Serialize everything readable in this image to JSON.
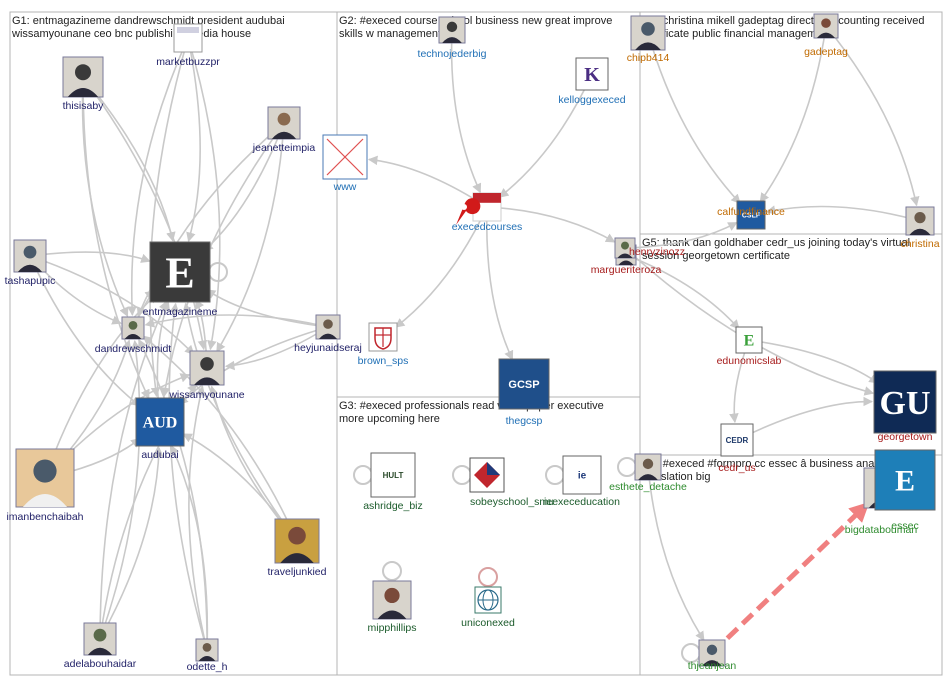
{
  "colors": {
    "group_border": "#b4b4b4",
    "edge": "#c9c9c9",
    "edge_highlight": "#f08080",
    "G1": "#1f1f66",
    "G2": "#1f6fb5",
    "G3": "#1a5a2a",
    "G4": "#2e8b2e",
    "G5": "#a61b1b",
    "G6": "#c06a00"
  },
  "groups": [
    {
      "id": "G1",
      "title_lines": [
        "G1: entmagazineme dandrewschmidt president audubai",
        "wissamyounane ceo bnc publishing media house"
      ]
    },
    {
      "id": "G2",
      "title_lines": [
        "G2: #execed course school business new great improve",
        "skills w management"
      ]
    },
    {
      "id": "G3",
      "title_lines": [
        "G3: #execed professionals read white paper executive",
        "more upcoming here"
      ]
    },
    {
      "id": "G4",
      "title_lines": [
        "G4: #execed #formpro cc essec â business analytics lost",
        "translation big"
      ]
    },
    {
      "id": "G5",
      "title_lines": [
        "G5: thank dan goldhaber cedr_us joining today's virtual",
        "session georgetown certificate"
      ]
    },
    {
      "id": "G6",
      "title_lines": [
        "G6: christina mikell gadeptag director accounting received",
        "certificate public financial management"
      ]
    }
  ],
  "nodes": [
    {
      "id": "marketbuzzpr",
      "label": "marketbuzzpr",
      "group": "G1",
      "icon": "logo-icon"
    },
    {
      "id": "thisisaby",
      "label": "thisisaby",
      "group": "G1",
      "icon": "avatar-icon"
    },
    {
      "id": "jeanetteimpia",
      "label": "jeanetteimpia",
      "group": "G1",
      "icon": "avatar-icon"
    },
    {
      "id": "tashapupic",
      "label": "tashapupic",
      "group": "G1",
      "icon": "avatar-icon"
    },
    {
      "id": "entmagazineme",
      "label": "entmagazineme",
      "group": "G1",
      "icon": "logo-icon",
      "glyph": "E"
    },
    {
      "id": "dandrewschmidt",
      "label": "dandrewschmidt",
      "group": "G1",
      "icon": "avatar-icon"
    },
    {
      "id": "heyjunaidseraj",
      "label": "heyjunaidseraj",
      "group": "G1",
      "icon": "avatar-icon"
    },
    {
      "id": "wissamyounane",
      "label": "wissamyounane",
      "group": "G1",
      "icon": "avatar-icon"
    },
    {
      "id": "audubai",
      "label": "audubai",
      "group": "G1",
      "icon": "logo-icon",
      "glyph": "AUD"
    },
    {
      "id": "imanbenchaibah",
      "label": "imanbenchaibah",
      "group": "G1",
      "icon": "avatar-icon"
    },
    {
      "id": "traveljunkied",
      "label": "traveljunkied",
      "group": "G1",
      "icon": "avatar-icon"
    },
    {
      "id": "adelabouhaidar",
      "label": "adelabouhaidar",
      "group": "G1",
      "icon": "avatar-icon"
    },
    {
      "id": "odette_h",
      "label": "odette_h",
      "group": "G1",
      "icon": "avatar-icon"
    },
    {
      "id": "technojederbig",
      "label": "technojederbig",
      "group": "G2",
      "icon": "avatar-icon"
    },
    {
      "id": "kelloggexeced",
      "label": "kelloggexeced",
      "group": "G2",
      "icon": "logo-icon",
      "glyph": "K"
    },
    {
      "id": "www",
      "label": "www",
      "group": "G2",
      "icon": "broken-image-icon"
    },
    {
      "id": "execedcourses",
      "label": "execedcourses",
      "group": "G2",
      "icon": "logo-icon"
    },
    {
      "id": "brown_sps",
      "label": "brown_sps",
      "group": "G2",
      "icon": "logo-icon"
    },
    {
      "id": "thegcsp",
      "label": "thegcsp",
      "group": "G2",
      "icon": "logo-icon",
      "glyph": "GCSP"
    },
    {
      "id": "ashridge_biz",
      "label": "ashridge_biz",
      "group": "G3",
      "icon": "logo-icon",
      "glyph": "HULT"
    },
    {
      "id": "sobeyschool_smu",
      "label": "sobeyschool_smu",
      "group": "G3",
      "icon": "logo-icon"
    },
    {
      "id": "ieexeceducation",
      "label": "ieexeceducation",
      "group": "G3",
      "icon": "logo-icon",
      "glyph": "ie"
    },
    {
      "id": "mipphillips",
      "label": "mipphillips",
      "group": "G3",
      "icon": "avatar-icon"
    },
    {
      "id": "uniconexed",
      "label": "uniconexed",
      "group": "G3",
      "icon": "globe-icon"
    },
    {
      "id": "esthete_detache",
      "label": "esthete_detache",
      "group": "G4",
      "icon": "avatar-icon"
    },
    {
      "id": "bigdatabouman",
      "label": "bigdatabouman",
      "group": "G4",
      "icon": "avatar-icon"
    },
    {
      "id": "essec",
      "label": "essec",
      "group": "G4",
      "icon": "logo-icon",
      "glyph": "E"
    },
    {
      "id": "thjeanjean",
      "label": "thjeanjean",
      "group": "G4",
      "icon": "avatar-icon"
    },
    {
      "id": "margueriteroza",
      "label": "margueriteroza",
      "group": "G5",
      "icon": "avatar-icon"
    },
    {
      "id": "henryzinozz",
      "label": "henryzinozz",
      "group": "G5",
      "icon": "avatar-icon"
    },
    {
      "id": "edunomicslab",
      "label": "edunomicslab",
      "group": "G5",
      "icon": "logo-icon",
      "glyph": "E"
    },
    {
      "id": "georgetown",
      "label": "georgetown",
      "group": "G5",
      "icon": "logo-icon",
      "glyph": "GU"
    },
    {
      "id": "cedr_us",
      "label": "cedr_us",
      "group": "G5",
      "icon": "logo-icon",
      "glyph": "CEDR"
    },
    {
      "id": "chipb414",
      "label": "chipb414",
      "group": "G6",
      "icon": "avatar-icon"
    },
    {
      "id": "gadeptag",
      "label": "gadeptag",
      "group": "G6",
      "icon": "avatar-icon"
    },
    {
      "id": "calfundfinance",
      "label": "calfundfinance",
      "group": "G6",
      "icon": "logo-icon",
      "glyph": "CSLF"
    },
    {
      "id": "christina",
      "label": "christina",
      "group": "G6",
      "icon": "avatar-icon"
    }
  ],
  "edges": [
    [
      "marketbuzzpr",
      "entmagazineme"
    ],
    [
      "marketbuzzpr",
      "dandrewschmidt"
    ],
    [
      "marketbuzzpr",
      "wissamyounane"
    ],
    [
      "marketbuzzpr",
      "audubai"
    ],
    [
      "thisisaby",
      "entmagazineme"
    ],
    [
      "thisisaby",
      "dandrewschmidt"
    ],
    [
      "thisisaby",
      "wissamyounane"
    ],
    [
      "thisisaby",
      "audubai"
    ],
    [
      "jeanetteimpia",
      "entmagazineme"
    ],
    [
      "jeanetteimpia",
      "dandrewschmidt"
    ],
    [
      "jeanetteimpia",
      "wissamyounane"
    ],
    [
      "jeanetteimpia",
      "audubai"
    ],
    [
      "tashapupic",
      "entmagazineme"
    ],
    [
      "tashapupic",
      "dandrewschmidt"
    ],
    [
      "tashapupic",
      "wissamyounane"
    ],
    [
      "tashapupic",
      "audubai"
    ],
    [
      "heyjunaidseraj",
      "entmagazineme"
    ],
    [
      "heyjunaidseraj",
      "dandrewschmidt"
    ],
    [
      "heyjunaidseraj",
      "wissamyounane"
    ],
    [
      "heyjunaidseraj",
      "audubai"
    ],
    [
      "imanbenchaibah",
      "entmagazineme"
    ],
    [
      "imanbenchaibah",
      "dandrewschmidt"
    ],
    [
      "imanbenchaibah",
      "wissamyounane"
    ],
    [
      "imanbenchaibah",
      "audubai"
    ],
    [
      "traveljunkied",
      "entmagazineme"
    ],
    [
      "traveljunkied",
      "dandrewschmidt"
    ],
    [
      "traveljunkied",
      "wissamyounane"
    ],
    [
      "traveljunkied",
      "audubai"
    ],
    [
      "adelabouhaidar",
      "entmagazineme"
    ],
    [
      "adelabouhaidar",
      "dandrewschmidt"
    ],
    [
      "adelabouhaidar",
      "wissamyounane"
    ],
    [
      "adelabouhaidar",
      "audubai"
    ],
    [
      "odette_h",
      "entmagazineme"
    ],
    [
      "odette_h",
      "dandrewschmidt"
    ],
    [
      "odette_h",
      "wissamyounane"
    ],
    [
      "odette_h",
      "audubai"
    ],
    [
      "dandrewschmidt",
      "entmagazineme"
    ],
    [
      "wissamyounane",
      "entmagazineme"
    ],
    [
      "audubai",
      "entmagazineme"
    ],
    [
      "technojederbig",
      "execedcourses"
    ],
    [
      "kelloggexeced",
      "execedcourses"
    ],
    [
      "execedcourses",
      "www"
    ],
    [
      "execedcourses",
      "brown_sps"
    ],
    [
      "execedcourses",
      "thegcsp"
    ],
    [
      "execedcourses",
      "henryzinozz"
    ],
    [
      "chipb414",
      "calfundfinance"
    ],
    [
      "gadeptag",
      "calfundfinance"
    ],
    [
      "christina",
      "calfundfinance"
    ],
    [
      "gadeptag",
      "christina"
    ],
    [
      "henryzinozz",
      "calfundfinance"
    ],
    [
      "margueriteroza",
      "edunomicslab"
    ],
    [
      "henryzinozz",
      "georgetown"
    ],
    [
      "edunomicslab",
      "georgetown"
    ],
    [
      "edunomicslab",
      "cedr_us"
    ],
    [
      "cedr_us",
      "georgetown"
    ],
    [
      "esthete_detache",
      "thjeanjean"
    ],
    [
      "thjeanjean",
      "bigdatabouman"
    ]
  ]
}
